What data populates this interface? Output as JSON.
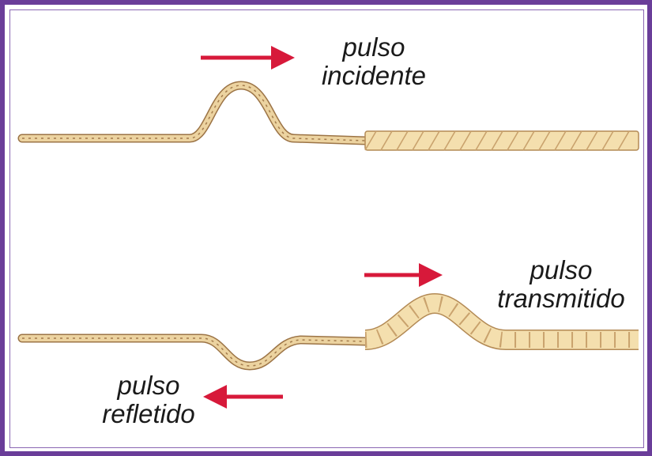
{
  "labels": {
    "incident": {
      "line1": "pulso",
      "line2": "incidente"
    },
    "transmitted": {
      "line1": "pulso",
      "line2": "transmitido"
    },
    "reflected": {
      "line1": "pulso",
      "line2": "refletido"
    }
  },
  "colors": {
    "border": "#6a3d99",
    "arrow": "#d7193a",
    "rope_fill": "#f4dfae",
    "rope_stroke": "#b38a55"
  }
}
